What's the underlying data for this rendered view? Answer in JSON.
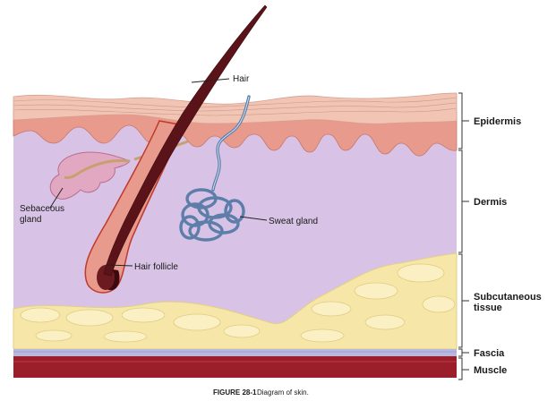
{
  "diagram": {
    "labels": {
      "hair": "Hair",
      "sebaceous_gland_line1": "Sebaceous",
      "sebaceous_gland_line2": "gland",
      "sweat_gland": "Sweat gland",
      "hair_follicle": "Hair follicle"
    },
    "layers": {
      "epidermis": "Epidermis",
      "dermis": "Dermis",
      "subcutaneous_line1": "Subcutaneous",
      "subcutaneous_line2": "tissue",
      "fascia": "Fascia",
      "muscle": "Muscle"
    },
    "caption": {
      "figure_number": "FIGURE 28-1",
      "text": "Diagram of skin."
    },
    "colors": {
      "epidermis": "#f2c4b4",
      "stratum": "#e89a8c",
      "dermis": "#d8c3e6",
      "subcutaneous_fat": "#f6e7a8",
      "fascia": "#b7b7e0",
      "muscle": "#9b1f2a",
      "hair": "#5a1318",
      "sweat_gland": "#5d7ea8"
    }
  }
}
